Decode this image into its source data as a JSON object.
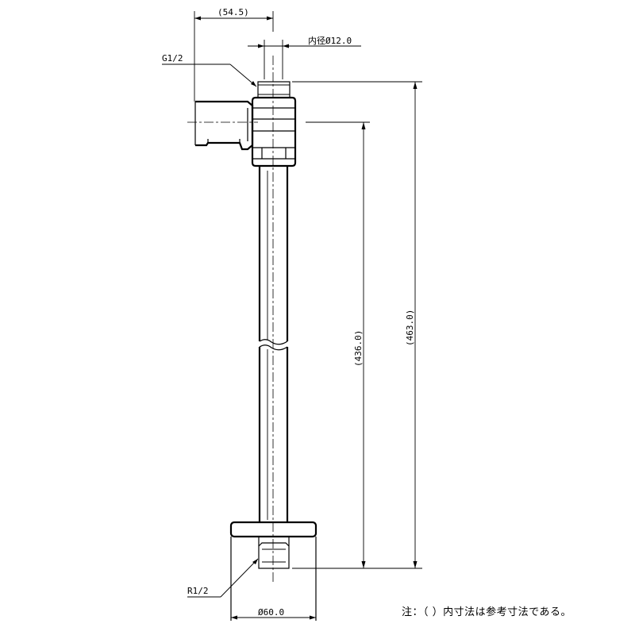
{
  "dimensions": {
    "offset_width": "(54.5)",
    "inner_diameter": "内径Ø12.0",
    "thread_top": "G1/2",
    "thread_bottom": "R1/2",
    "height_total": "(463.0)",
    "height_partial": "(436.0)",
    "flange_diameter": "Ø60.0"
  },
  "note": "注：（ ）内寸法は参考寸法である。"
}
